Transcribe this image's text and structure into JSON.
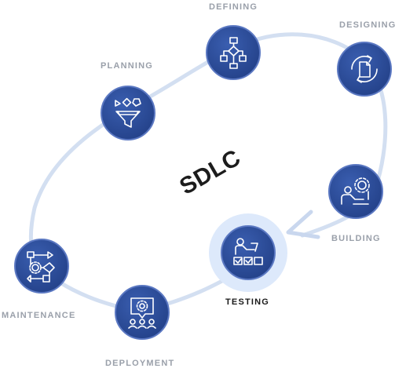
{
  "diagram": {
    "title": "SDLC",
    "active_stage": "testing",
    "colors": {
      "node_fill": "#2f4f9c",
      "node_stroke": "#5b78c2",
      "loop_line": "#d3dff1",
      "active_halo": "#dde9fb",
      "label_inactive": "#9aa0aa",
      "label_active": "#1a1a1a",
      "icon_stroke": "#ffffff"
    },
    "stages": [
      {
        "id": "planning",
        "label": "PLANNING",
        "icon": "funnel-icon"
      },
      {
        "id": "defining",
        "label": "DEFINING",
        "icon": "flowchart-icon"
      },
      {
        "id": "designing",
        "label": "DESIGNING",
        "icon": "document-cycle-icon"
      },
      {
        "id": "building",
        "label": "BUILDING",
        "icon": "developer-gear-icon"
      },
      {
        "id": "testing",
        "label": "TESTING",
        "icon": "tester-checklist-icon"
      },
      {
        "id": "deployment",
        "label": "DEPLOYMENT",
        "icon": "gear-team-icon"
      },
      {
        "id": "maintenance",
        "label": "MAINTENANCE",
        "icon": "maintenance-flow-icon"
      }
    ]
  }
}
